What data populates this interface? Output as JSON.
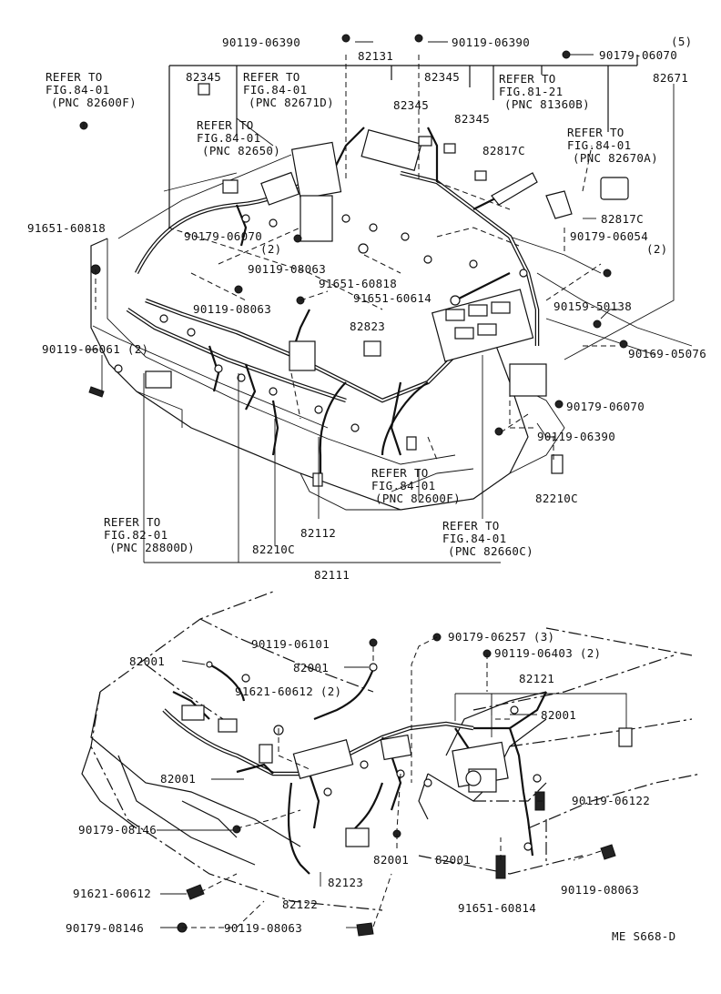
{
  "upper_section": {
    "labels": {
      "p90119_06390_top": "90119-06390",
      "p90119_06390_top2": "90119-06390",
      "p82131": "82131",
      "qty5": "(5)",
      "p90179_06070_top": "90179-06070",
      "p82671": "82671",
      "refer_82600f_l1": "REFER TO",
      "refer_82600f_l2": "FIG.84-01",
      "refer_82600f_l3": "(PNC 82600F)",
      "p82345_a": "82345",
      "refer_82671d_l1": "REFER TO",
      "refer_82671d_l2": "FIG.84-01",
      "refer_82671d_l3": "(PNC 82671D)",
      "p82345_b": "82345",
      "p82345_c": "82345",
      "p82345_d": "82345",
      "refer_81360b_l1": "REFER TO",
      "refer_81360b_l2": "FIG.81-21",
      "refer_81360b_l3": "(PNC 81360B)",
      "refer_82650_l1": "REFER TO",
      "refer_82650_l2": "FIG.84-01",
      "refer_82650_l3": "(PNC 82650)",
      "p82817c_a": "82817C",
      "refer_82670a_l1": "REFER TO",
      "refer_82670a_l2": "FIG.84-01",
      "refer_82670a_l3": "(PNC 82670A)",
      "p91651_60818_l": "91651-60818",
      "p90179_06070_mid": "90179-06070",
      "qty2_a": "(2)",
      "p82817c_b": "82817C",
      "p90179_06054": "90179-06054",
      "qty2_b": "(2)",
      "p90119_08063_a": "90119-08063",
      "p91651_60818_c": "91651-60818",
      "p91651_60614": "91651-60614",
      "p90119_08063_b": "90119-08063",
      "p90159_50138": "90159-50138",
      "p90119_06061": "90119-06061 (2)",
      "p82823": "82823",
      "p90169_05076": "90169-05076",
      "p90179_06070_r": "90179-06070",
      "p90119_06390_r": "90119-06390",
      "refer_82600f_b_l1": "REFER TO",
      "refer_82600f_b_l2": "FIG.84-01",
      "refer_82600f_b_l3": "(PNC 82600F)",
      "p82210c_r": "82210C",
      "refer_28800d_l1": "REFER TO",
      "refer_28800d_l2": "FIG.82-01",
      "refer_28800d_l3": "(PNC 28800D)",
      "p82112": "82112",
      "refer_82660c_l1": "REFER TO",
      "refer_82660c_l2": "FIG.84-01",
      "refer_82660c_l3": "(PNC 82660C)",
      "p82210c_m": "82210C",
      "p82111": "82111"
    }
  },
  "lower_section": {
    "labels": {
      "p90179_06257": "90179-06257 (3)",
      "p90119_06101": "90119-06101",
      "p90119_06403": "90119-06403 (2)",
      "p82001_a": "82001",
      "p82001_b": "82001",
      "p82121": "82121",
      "p82001_c": "82001",
      "p91621_60612_2": "91621-60612 (2)",
      "p82001_d": "82001",
      "p90119_06122": "90119-06122",
      "p90179_08146_a": "90179-08146",
      "p82001_e": "82001",
      "p82001_f": "82001",
      "p82123": "82123",
      "p90119_08063_c": "90119-08063",
      "p91621_60612": "91621-60612",
      "p82122": "82122",
      "p91651_60814": "91651-60814",
      "p90179_08146_b": "90179-08146",
      "p90119_08063_d": "90119-08063"
    }
  },
  "footer": {
    "code": "ME  S668-D"
  }
}
